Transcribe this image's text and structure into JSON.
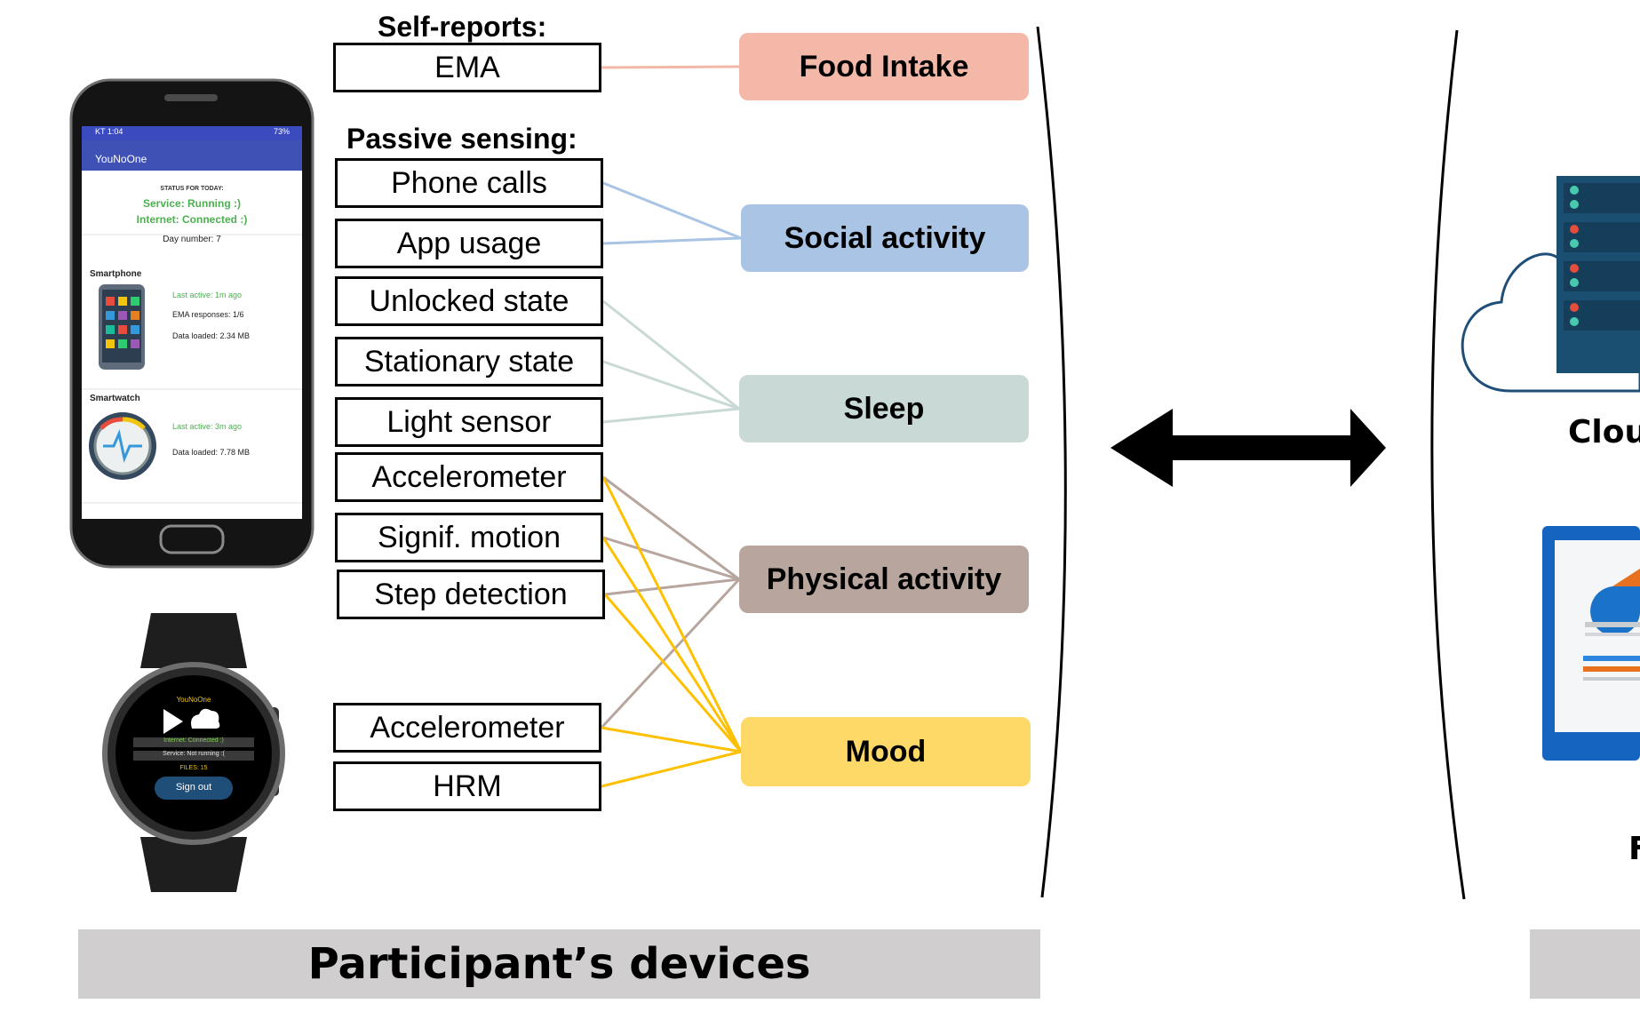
{
  "headings": {
    "self_reports": "Self-reports:",
    "passive_sensing": "Passive sensing:"
  },
  "sources": [
    {
      "id": "ema",
      "label": "EMA"
    },
    {
      "id": "phone-calls",
      "label": "Phone calls"
    },
    {
      "id": "app-usage",
      "label": "App usage"
    },
    {
      "id": "unlocked-state",
      "label": "Unlocked state"
    },
    {
      "id": "stationary-state",
      "label": "Stationary state"
    },
    {
      "id": "light-sensor",
      "label": "Light sensor"
    },
    {
      "id": "accelerometer-phone",
      "label": "Accelerometer"
    },
    {
      "id": "signif-motion",
      "label": "Signif. motion"
    },
    {
      "id": "step-detection",
      "label": "Step detection"
    },
    {
      "id": "accelerometer-watch",
      "label": "Accelerometer"
    },
    {
      "id": "hrm",
      "label": "HRM"
    }
  ],
  "categories": [
    {
      "id": "food-intake",
      "label": "Food Intake",
      "color": "#f4b8a9"
    },
    {
      "id": "social-activity",
      "label": "Social activity",
      "color": "#a9c4e4"
    },
    {
      "id": "sleep",
      "label": "Sleep",
      "color": "#c9d9d5"
    },
    {
      "id": "physical-activity",
      "label": "Physical activity",
      "color": "#b7a59e"
    },
    {
      "id": "mood",
      "label": "Mood",
      "color": "#fed967"
    }
  ],
  "connections": [
    {
      "from": "ema",
      "to": "food-intake",
      "color": "#f4b8a9"
    },
    {
      "from": "phone-calls",
      "to": "social-activity",
      "color": "#a9c4e4"
    },
    {
      "from": "app-usage",
      "to": "social-activity",
      "color": "#a9c4e4"
    },
    {
      "from": "unlocked-state",
      "to": "sleep",
      "color": "#c9d9d5"
    },
    {
      "from": "stationary-state",
      "to": "sleep",
      "color": "#c9d9d5"
    },
    {
      "from": "light-sensor",
      "to": "sleep",
      "color": "#c9d9d5"
    },
    {
      "from": "accelerometer-phone",
      "to": "physical-activity",
      "color": "#b7a59e"
    },
    {
      "from": "signif-motion",
      "to": "physical-activity",
      "color": "#b7a59e"
    },
    {
      "from": "step-detection",
      "to": "physical-activity",
      "color": "#b7a59e"
    },
    {
      "from": "accelerometer-watch",
      "to": "physical-activity",
      "color": "#b7a59e"
    },
    {
      "from": "accelerometer-phone",
      "to": "mood",
      "color": "#ffc000"
    },
    {
      "from": "signif-motion",
      "to": "mood",
      "color": "#ffc000"
    },
    {
      "from": "step-detection",
      "to": "mood",
      "color": "#ffc000"
    },
    {
      "from": "accelerometer-watch",
      "to": "mood",
      "color": "#ffc000"
    },
    {
      "from": "hrm",
      "to": "mood",
      "color": "#ffc000"
    }
  ],
  "banner_left": "Participant’s devices",
  "right_partial": {
    "cloud_label": "Clou",
    "lower_label": "F"
  },
  "phone_app": {
    "status_bar_left": "KT 1:04",
    "status_bar_right": "73%",
    "app_name": "YouNoOne",
    "status_title": "STATUS FOR TODAY:",
    "service": "Service: Running :)",
    "internet": "Internet: Connected :)",
    "day_number": "Day number: 7",
    "smartphone_title": "Smartphone",
    "phone_last_active": "Last active: 1m ago",
    "ema_responses": "EMA responses: 1/6",
    "phone_data_loaded": "Data loaded: 2.34 MB",
    "smartwatch_title": "Smartwatch",
    "watch_last_active": "Last active: 3m ago",
    "watch_data_loaded": "Data loaded: 7.78 MB"
  },
  "watch_app": {
    "app_name": "YouNoOne",
    "internet": "Internet: Connected :)",
    "service": "Service: Not running :(",
    "files": "FILES: 15",
    "sign_out": "Sign out"
  }
}
